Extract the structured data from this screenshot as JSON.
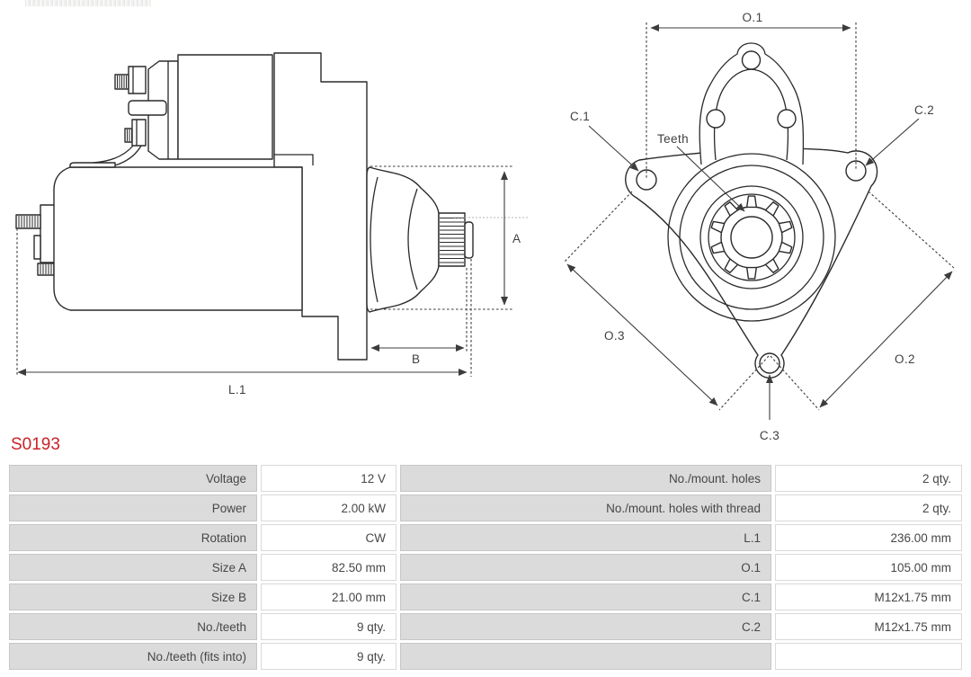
{
  "part_number": "S0193",
  "diagram": {
    "side_view_labels": {
      "a": "A",
      "b": "B",
      "l1": "L.1"
    },
    "front_view_labels": {
      "o1": "O.1",
      "c1": "C.1",
      "c2": "C.2",
      "c3": "C.3",
      "o2": "O.2",
      "o3": "O.3",
      "teeth": "Teeth"
    }
  },
  "spec_table": {
    "left_rows": [
      {
        "label": "Voltage",
        "value": "12 V"
      },
      {
        "label": "Power",
        "value": "2.00 kW"
      },
      {
        "label": "Rotation",
        "value": "CW"
      },
      {
        "label": "Size A",
        "value": "82.50 mm"
      },
      {
        "label": "Size B",
        "value": "21.00 mm"
      },
      {
        "label": "No./teeth",
        "value": "9 qty."
      },
      {
        "label": "No./teeth (fits into)",
        "value": "9 qty."
      }
    ],
    "right_rows": [
      {
        "label": "No./mount. holes",
        "value": "2 qty."
      },
      {
        "label": "No./mount. holes with thread",
        "value": "2 qty."
      },
      {
        "label": "L.1",
        "value": "236.00 mm"
      },
      {
        "label": "O.1",
        "value": "105.00 mm"
      },
      {
        "label": "C.1",
        "value": "M12x1.75 mm"
      },
      {
        "label": "C.2",
        "value": "M12x1.75 mm"
      },
      {
        "label": "",
        "value": ""
      }
    ]
  },
  "colors": {
    "part_number_red": "#cc2128",
    "label_cell_gray": "#dbdbdb",
    "drawing_line": "#2a2a2a",
    "dimension_line": "#3c3c3c"
  }
}
